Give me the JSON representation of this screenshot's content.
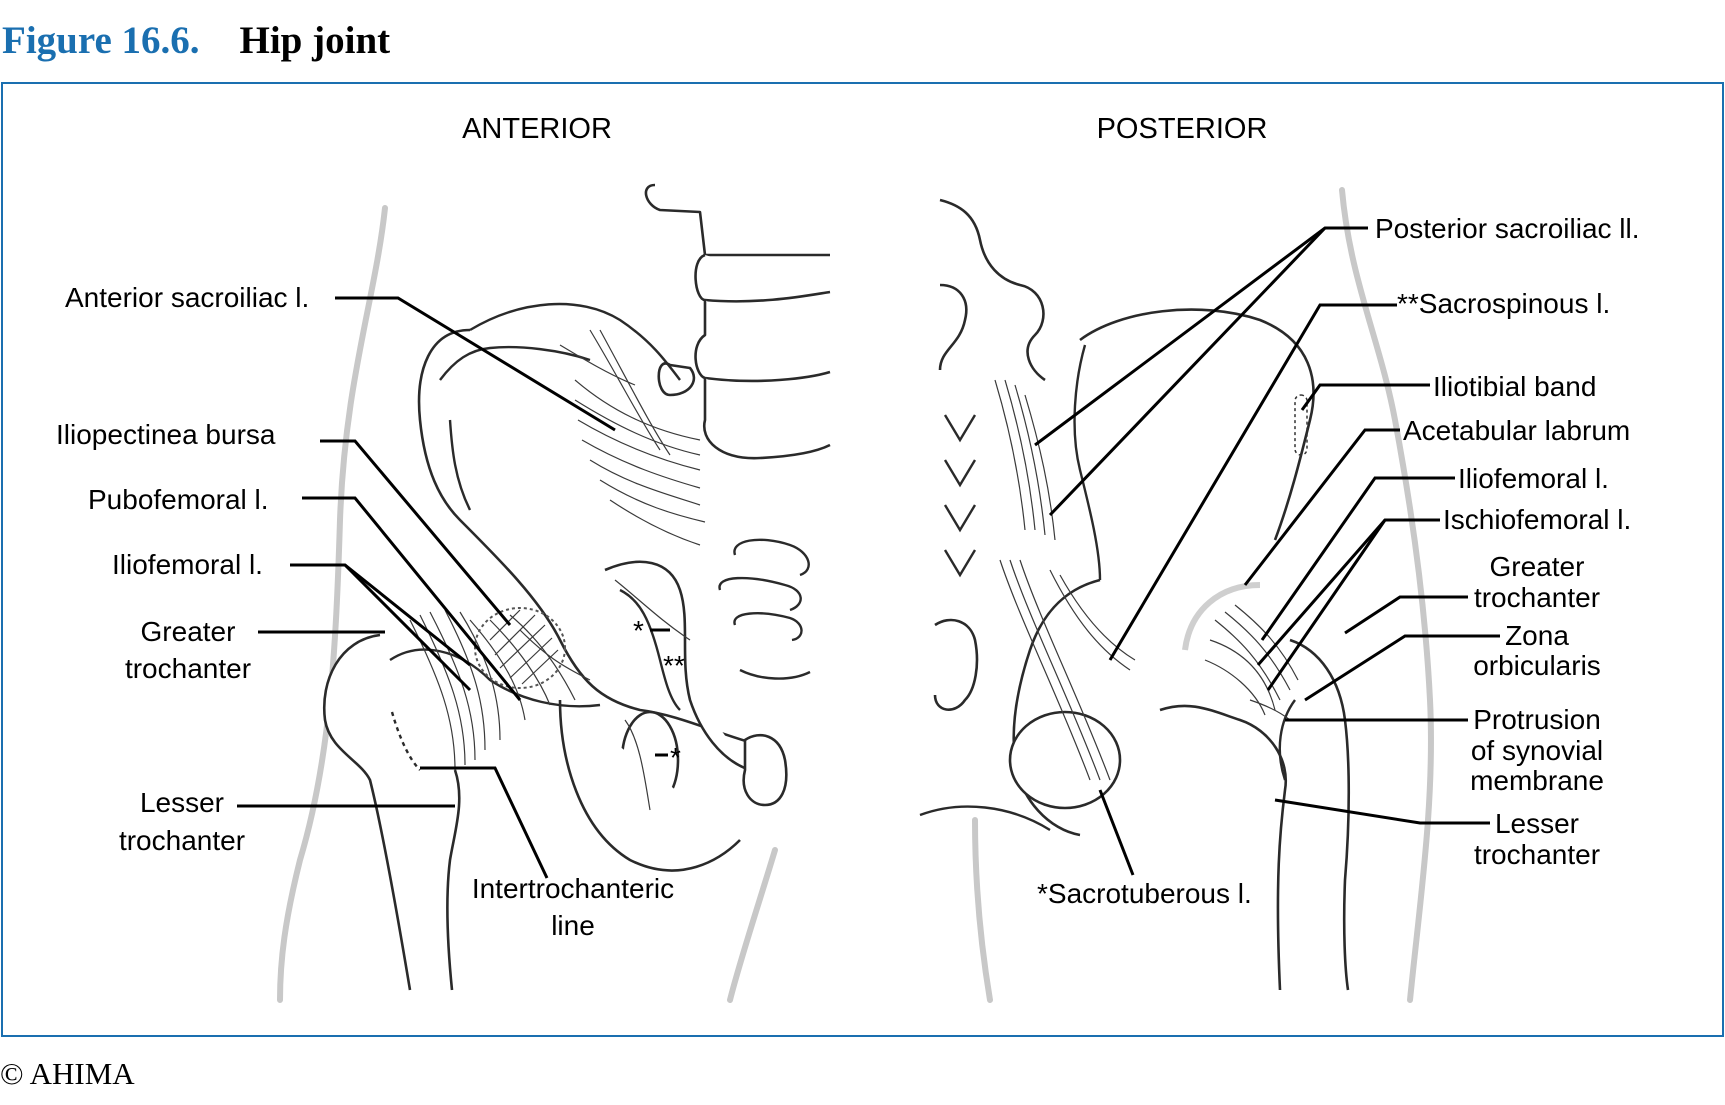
{
  "figure": {
    "number": "Figure 16.6.",
    "title": "Hip joint"
  },
  "views": {
    "anterior": "ANTERIOR",
    "posterior": "POSTERIOR"
  },
  "labels_anterior": {
    "anterior_sacroiliac": "Anterior sacroiliac l.",
    "iliopectinea_bursa": "Iliopectinea bursa",
    "pubofemoral": "Pubofemoral l.",
    "iliofemoral": "Iliofemoral l.",
    "greater_trochanter_1": "Greater",
    "greater_trochanter_2": "trochanter",
    "lesser_trochanter_1": "Lesser",
    "lesser_trochanter_2": "trochanter",
    "intertrochanteric_1": "Intertrochanteric",
    "intertrochanteric_2": "line",
    "mark_star_1": "*",
    "mark_double_star": "**",
    "mark_star_2": "*"
  },
  "labels_posterior": {
    "posterior_sacroiliac": "Posterior sacroiliac ll.",
    "sacrospinous": "**Sacrospinous l.",
    "iliotibial_band": "Iliotibial band",
    "acetabular_labrum": "Acetabular labrum",
    "iliofemoral": "Iliofemoral l.",
    "ischiofemoral": "Ischiofemoral l.",
    "greater_trochanter_1": "Greater",
    "greater_trochanter_2": "trochanter",
    "zona_1": "Zona",
    "zona_2": "orbicularis",
    "protrusion_1": "Protrusion",
    "protrusion_2": "of synovial",
    "protrusion_3": "membrane",
    "lesser_trochanter_1": "Lesser",
    "lesser_trochanter_2": "trochanter",
    "sacrotuberous": "*Sacrotuberous l."
  },
  "copyright": "© AHIMA"
}
